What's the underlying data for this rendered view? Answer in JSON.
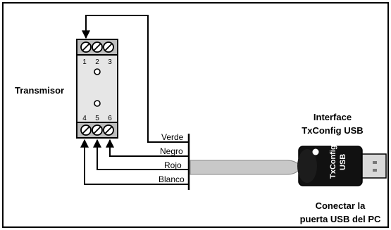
{
  "transmitter": {
    "label": "Transmisor",
    "top_terminals": [
      "1",
      "2",
      "3"
    ],
    "bottom_terminals": [
      "4",
      "5",
      "6"
    ]
  },
  "wires": [
    "Verde",
    "Negro",
    "Rojo",
    "Blanco"
  ],
  "interface": {
    "title_line1": "Interface",
    "title_line2": "TxConfig USB",
    "device_text_line1": "TxConfig",
    "device_text_line2": "USB"
  },
  "instruction": {
    "line1": "Conectar la",
    "line2": "puerta USB del PC"
  },
  "colors": {
    "line": "#000000",
    "module_body": "#e6e6e6",
    "terminal_block": "#bdbdbd",
    "usb_body": "#111111",
    "usb_connector": "#d9d9d9",
    "cable": "#c8c8c8"
  }
}
